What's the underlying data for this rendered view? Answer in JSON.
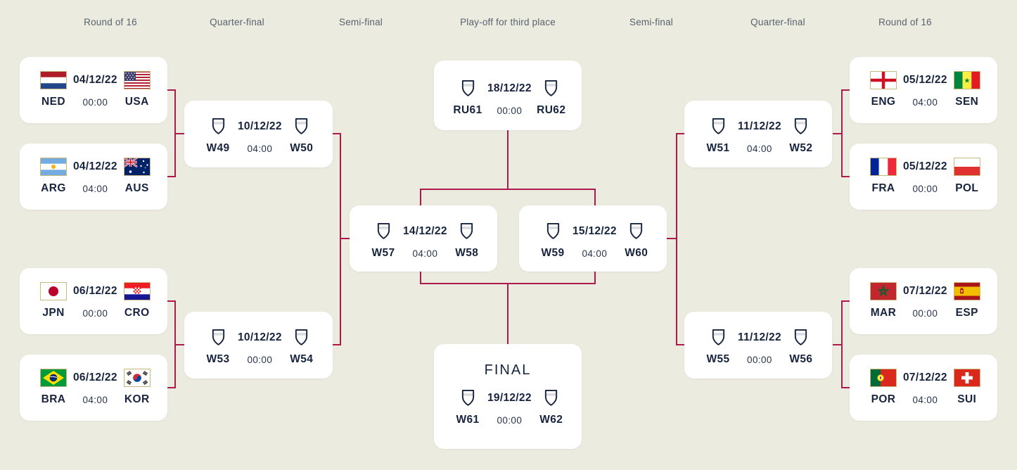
{
  "palette": {
    "background": "#ECEBDF",
    "card": "#FFFFFF",
    "connector": "#AE1A4D",
    "text_primary": "#17243E",
    "text_header": "#57636E",
    "flag_border": "#C8B87E"
  },
  "round_headers": [
    "Round of 16",
    "Quarter-final",
    "Semi-final",
    "Play-off for third place",
    "Semi-final",
    "Quarter-final",
    "Round of 16"
  ],
  "matches": {
    "r16_left": [
      {
        "home": "NED",
        "away": "USA",
        "date": "04/12/22",
        "time": "00:00",
        "home_flag": "flag-ned",
        "away_flag": "flag-usa"
      },
      {
        "home": "ARG",
        "away": "AUS",
        "date": "04/12/22",
        "time": "04:00",
        "home_flag": "flag-arg",
        "away_flag": "flag-aus"
      },
      {
        "home": "JPN",
        "away": "CRO",
        "date": "06/12/22",
        "time": "00:00",
        "home_flag": "flag-jpn",
        "away_flag": "flag-cro"
      },
      {
        "home": "BRA",
        "away": "KOR",
        "date": "06/12/22",
        "time": "04:00",
        "home_flag": "flag-bra",
        "away_flag": "flag-kor"
      }
    ],
    "qf_left": [
      {
        "home": "W49",
        "away": "W50",
        "date": "10/12/22",
        "time": "04:00",
        "home_icon": "shield-icon",
        "away_icon": "shield-icon"
      },
      {
        "home": "W53",
        "away": "W54",
        "date": "10/12/22",
        "time": "00:00",
        "home_icon": "shield-icon",
        "away_icon": "shield-icon"
      }
    ],
    "sf_left": {
      "home": "W57",
      "away": "W58",
      "date": "14/12/22",
      "time": "04:00",
      "home_icon": "shield-icon",
      "away_icon": "shield-icon"
    },
    "sf_right": {
      "home": "W59",
      "away": "W60",
      "date": "15/12/22",
      "time": "04:00",
      "home_icon": "shield-icon",
      "away_icon": "shield-icon"
    },
    "third_place": {
      "home": "RU61",
      "away": "RU62",
      "date": "18/12/22",
      "time": "00:00",
      "home_icon": "shield-icon",
      "away_icon": "shield-icon"
    },
    "final": {
      "title": "FINAL",
      "home": "W61",
      "away": "W62",
      "date": "19/12/22",
      "time": "00:00",
      "home_icon": "shield-icon",
      "away_icon": "shield-icon"
    },
    "qf_right": [
      {
        "home": "W51",
        "away": "W52",
        "date": "11/12/22",
        "time": "04:00",
        "home_icon": "shield-icon",
        "away_icon": "shield-icon"
      },
      {
        "home": "W55",
        "away": "W56",
        "date": "11/12/22",
        "time": "00:00",
        "home_icon": "shield-icon",
        "away_icon": "shield-icon"
      }
    ],
    "r16_right": [
      {
        "home": "ENG",
        "away": "SEN",
        "date": "05/12/22",
        "time": "04:00",
        "home_flag": "flag-eng",
        "away_flag": "flag-sen"
      },
      {
        "home": "FRA",
        "away": "POL",
        "date": "05/12/22",
        "time": "00:00",
        "home_flag": "flag-fra",
        "away_flag": "flag-pol"
      },
      {
        "home": "MAR",
        "away": "ESP",
        "date": "07/12/22",
        "time": "00:00",
        "home_flag": "flag-mar",
        "away_flag": "flag-esp"
      },
      {
        "home": "POR",
        "away": "SUI",
        "date": "07/12/22",
        "time": "04:00",
        "home_flag": "flag-por",
        "away_flag": "flag-sui"
      }
    ]
  }
}
